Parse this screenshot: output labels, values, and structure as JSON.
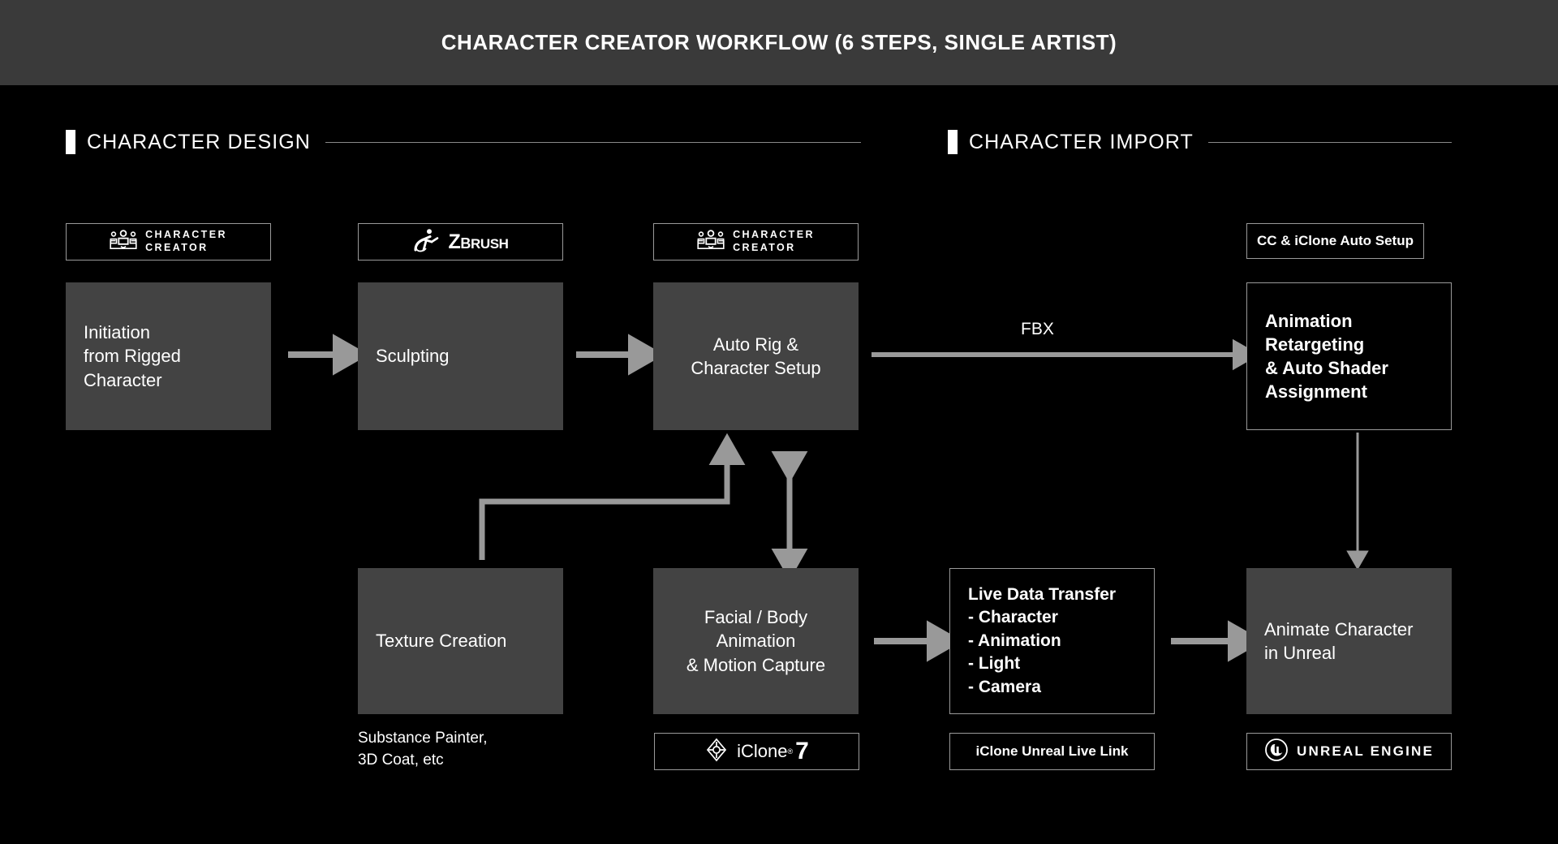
{
  "header": {
    "title": "CHARACTER CREATOR WORKFLOW (6 STEPS, SINGLE ARTIST)",
    "background": "#3a3a3a"
  },
  "theme": {
    "page_background": "#000000",
    "box_fill": "#434343",
    "box_border": "#9a9a9a",
    "arrow_color": "#999999",
    "text_color": "#ffffff"
  },
  "sections": [
    {
      "label": "CHARACTER DESIGN"
    },
    {
      "label": "CHARACTER IMPORT"
    }
  ],
  "badges": [
    {
      "id": "cc-1",
      "icon": "character-creator-logo",
      "line1": "CHARACTER",
      "line2": "CREATOR"
    },
    {
      "id": "zbrush",
      "icon": "zbrush-logo",
      "text": "ZBrush"
    },
    {
      "id": "cc-2",
      "icon": "character-creator-logo",
      "line1": "CHARACTER",
      "line2": "CREATOR"
    },
    {
      "id": "cc-iclone",
      "icon": "none",
      "text": "CC & iClone Auto Setup"
    },
    {
      "id": "iclone7",
      "icon": "iclone-logo",
      "text": "iClone",
      "suffix": "7"
    },
    {
      "id": "live-link",
      "icon": "none",
      "text": "iClone Unreal Live Link"
    },
    {
      "id": "unreal",
      "icon": "unreal-engine-logo",
      "text": "UNREAL ENGINE"
    }
  ],
  "boxes": [
    {
      "id": "initiation",
      "text": "Initiation\nfrom Rigged\nCharacter",
      "style": "filled",
      "align": "left",
      "bold": false
    },
    {
      "id": "sculpting",
      "text": "Sculpting",
      "style": "filled",
      "align": "left",
      "bold": false
    },
    {
      "id": "autorig",
      "text": "Auto Rig &\nCharacter Setup",
      "style": "filled",
      "align": "center",
      "bold": false
    },
    {
      "id": "retarget",
      "text": "Animation\nRetargeting\n& Auto Shader\nAssignment",
      "style": "outline",
      "align": "left",
      "bold": true
    },
    {
      "id": "texture",
      "text": "Texture Creation",
      "style": "filled",
      "align": "left",
      "bold": false
    },
    {
      "id": "facial",
      "text": "Facial / Body\nAnimation\n& Motion Capture",
      "style": "filled",
      "align": "center",
      "bold": false
    },
    {
      "id": "livedata",
      "text": "Live Data Transfer\n- Character\n- Animation\n- Light\n- Camera",
      "style": "outline",
      "align": "left",
      "bold": true
    },
    {
      "id": "animate",
      "text": "Animate Character\nin Unreal",
      "style": "filled",
      "align": "left",
      "bold": false
    }
  ],
  "captions": [
    {
      "id": "texture-tools",
      "text": "Substance Painter,\n3D Coat, etc"
    }
  ],
  "arrow_labels": [
    {
      "id": "fbx",
      "text": "FBX"
    }
  ]
}
